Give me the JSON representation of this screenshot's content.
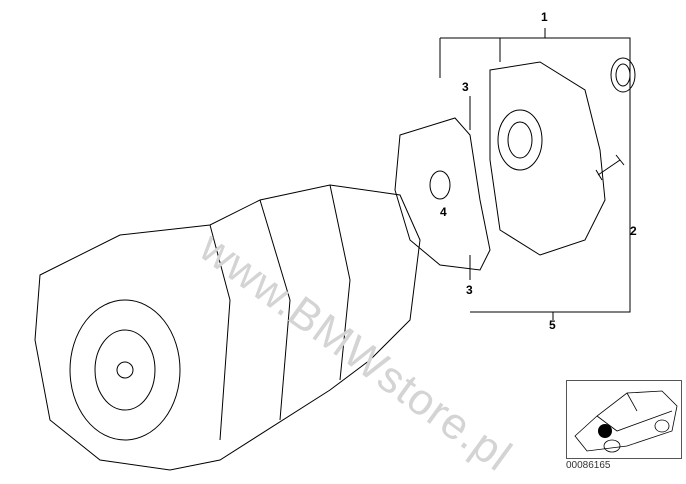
{
  "diagram": {
    "callouts": [
      "1",
      "2",
      "3",
      "3",
      "4",
      "5"
    ],
    "watermark": "www.BMWstore.pl",
    "thumbnail_code": "00086165"
  }
}
